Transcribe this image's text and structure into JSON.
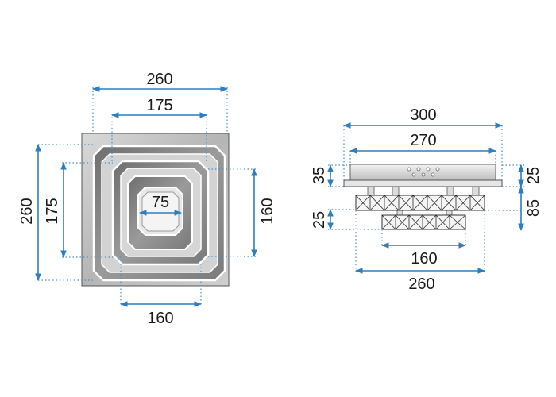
{
  "top_view": {
    "dims": {
      "outer_width": "260",
      "outer_height": "260",
      "mid_width": "175",
      "mid_height": "175",
      "inner": "75",
      "right_height": "160",
      "bottom_width": "160"
    }
  },
  "side_view": {
    "dims": {
      "top_width": "300",
      "plate_width": "270",
      "canopy_height": "35",
      "right_top_height": "25",
      "right_total_height": "85",
      "tier_height": "25",
      "lower_width": "160",
      "upper_width": "260"
    }
  },
  "colors": {
    "dimension_line": "#2b7fc0",
    "guide_line": "#4a90c8",
    "text": "#1a1a1a"
  }
}
